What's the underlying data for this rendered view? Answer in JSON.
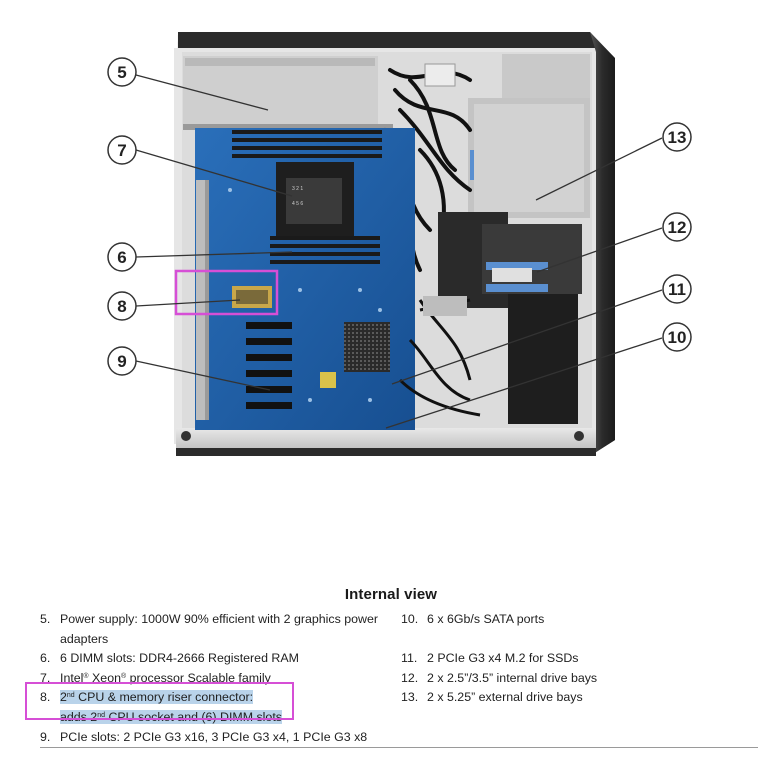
{
  "figure": {
    "callouts": [
      "5",
      "7",
      "6",
      "8",
      "9",
      "13",
      "12",
      "11",
      "10"
    ],
    "highlight_color": "#d64fd6",
    "chassis_color": "#2a2a2a",
    "board_color": "#1d5fa8"
  },
  "section_title": "Internal view",
  "items_left": [
    {
      "num": "5.",
      "line1": "Power supply: 1000W 90% efficient with 2 graphics power",
      "line2": "adapters"
    },
    {
      "num": "6.",
      "text": "6 DIMM slots: DDR4-2666 Registered RAM"
    },
    {
      "num": "7.",
      "pre": "Intel",
      "reg1": "®",
      "mid": " Xeon",
      "reg2": "®",
      "post": " processor Scalable family"
    },
    {
      "num": "8.",
      "a": "2",
      "sup1": "nd",
      "b": " CPU & memory riser connector:",
      "c": "adds 2",
      "sup2": "nd",
      "d": " CPU socket and (6) DIMM slots"
    },
    {
      "num": "9.",
      "text": "PCIe slots: 2 PCIe G3 x16, 3 PCIe G3 x4, 1 PCIe G3 x8"
    }
  ],
  "items_right": [
    {
      "num": "10.",
      "text": "6 x 6Gb/s SATA ports"
    },
    {
      "num": "11.",
      "text": "2 PCIe G3 x4 M.2 for SSDs"
    },
    {
      "num": "12.",
      "text": "2 x 2.5”/3.5” internal drive bays"
    },
    {
      "num": "13.",
      "text": "2 x 5.25” external drive bays"
    }
  ]
}
